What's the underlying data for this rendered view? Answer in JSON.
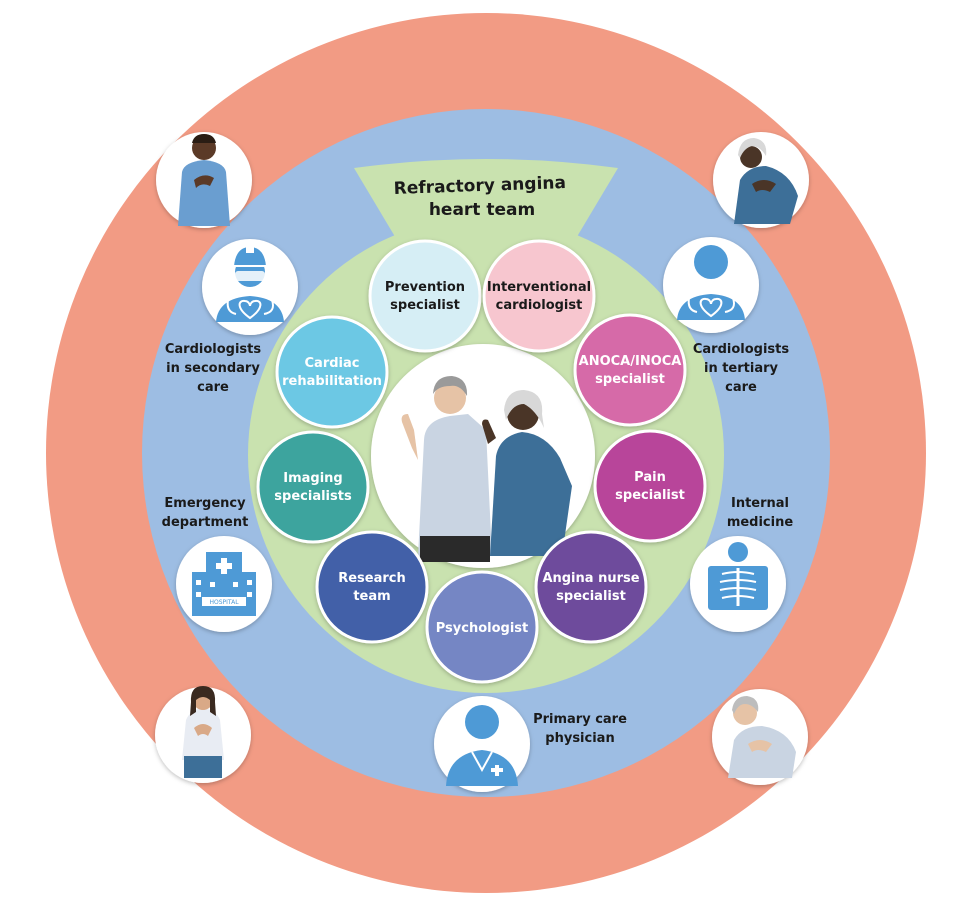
{
  "banner": {
    "line1": "Refractory angina",
    "line2": "heart team"
  },
  "team_members": [
    {
      "line1": "Prevention",
      "line2": "specialist"
    },
    {
      "line1": "Interventional",
      "line2": "cardiologist"
    },
    {
      "line1": "ANOCA/INOCA",
      "line2": "specialist"
    },
    {
      "line1": "Pain",
      "line2": "specialist"
    },
    {
      "line1": "Angina nurse",
      "line2": "specialist"
    },
    {
      "line1": "Psychologist",
      "line2": ""
    },
    {
      "line1": "Research",
      "line2": "team"
    },
    {
      "line1": "Imaging",
      "line2": "specialists"
    },
    {
      "line1": "Cardiac",
      "line2": "rehabilitation"
    }
  ],
  "referrers": {
    "secondary_care": {
      "line1": "Cardiologists",
      "line2": "in secondary",
      "line3": "care"
    },
    "tertiary_care": {
      "line1": "Cardiologists",
      "line2": "in tertiary",
      "line3": "care"
    },
    "emergency": {
      "line1": "Emergency",
      "line2": "department"
    },
    "internal_medicine": {
      "line1": "Internal",
      "line2": "medicine"
    },
    "primary_care": {
      "line1": "Primary care",
      "line2": "physician"
    }
  },
  "hospital_sign": "HOSPITAL",
  "icons": [
    "patient-chest-pain-man-icon",
    "patient-chest-pain-elderly-woman-icon",
    "patient-chest-pain-woman-icon",
    "patient-chest-pain-elderly-man-icon",
    "doctor-secondary-care-icon",
    "doctor-tertiary-care-icon",
    "hospital-icon",
    "xray-icon",
    "primary-care-physician-icon",
    "central-patients-icon"
  ],
  "colors": {
    "outer_ring": "#f29b84",
    "middle_ring": "#9dbde3",
    "inner_ring": "#c9e2af",
    "banner": "#c9e2af",
    "text_dark": "#1a1a1a",
    "icon_blue": "#4e9ad6",
    "member_fills": [
      "#d6eef5",
      "#f7c6cf",
      "#d66ba8",
      "#b8449a",
      "#6e4b9c",
      "#7486c4",
      "#4360a8",
      "#3da49e",
      "#6cc8e4"
    ]
  }
}
